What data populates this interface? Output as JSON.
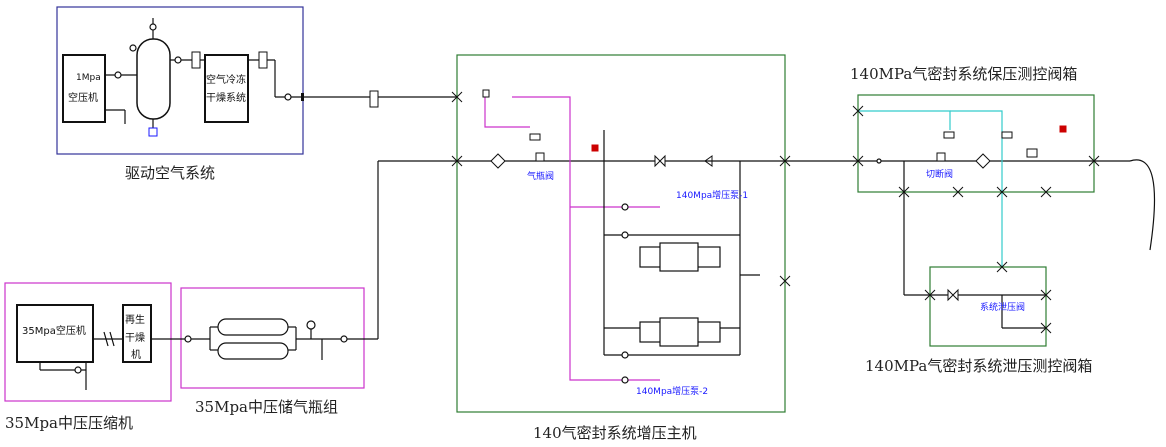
{
  "zones": {
    "drive_air": {
      "title": "驱动空气系统",
      "color": "#333399"
    },
    "compressor_35": {
      "title": "35Mpa中压压缩机",
      "color": "#cc33cc"
    },
    "storage_35": {
      "title": "35Mpa中压储气瓶组",
      "color": "#cc33cc"
    },
    "main_unit": {
      "title": "140气密封系统增压主机",
      "color": "#2e7d32"
    },
    "hold_box": {
      "title": "140MPa气密封系统保压测控阀箱",
      "color": "#2e7d32"
    },
    "release_box": {
      "title": "140MPa气密封系统泄压测控阀箱",
      "color": "#2e7d32"
    }
  },
  "equipment": {
    "air_compressor_1": "1Mpa",
    "air_compressor_2": "空压机",
    "air_dryer_1": "空气冷冻",
    "air_dryer_2": "干燥系统",
    "compressor_35_label": "35Mpa空压机",
    "regen_dryer_1": "再生",
    "regen_dryer_2": "干燥",
    "regen_dryer_3": "机"
  },
  "valve_labels": {
    "gas_bottle_valve": "气瓶阀",
    "booster_pump_1": "140Mpa增压泵-1",
    "booster_pump_2": "140Mpa增压泵-2",
    "shutoff_valve": "切断阀",
    "release_valve": "系统泄压阀"
  },
  "colors": {
    "pipe_main": "#111111",
    "pipe_air": "#cc33cc",
    "pipe_cyan": "#33cccc",
    "label_blue": "#1a1aff",
    "tag_red": "#cc0000"
  }
}
